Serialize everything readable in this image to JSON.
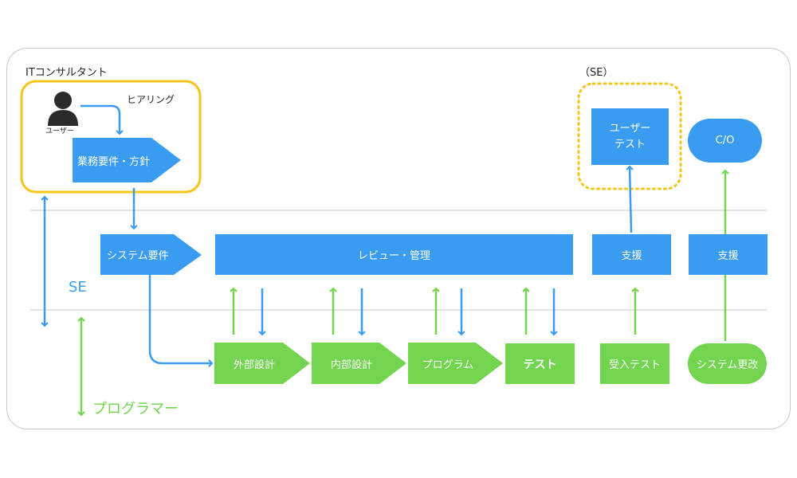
{
  "labels": {
    "it_consultant": "ITコンサルタント",
    "se_paren": "（SE）",
    "user": "ユーザー",
    "hearing": "ヒアリング",
    "se": "SE",
    "programmer": "プログラマー"
  },
  "blue_boxes": {
    "business_req": "業務要件・方針",
    "system_req": "システム要件",
    "review": "レビュー・管理",
    "support1": "支援",
    "support2": "支援",
    "user_test_line1": "ユーザー",
    "user_test_line2": "テスト",
    "co": "C/O"
  },
  "green_boxes": {
    "external_design": "外部設計",
    "internal_design": "内部設計",
    "program": "プログラム",
    "test": "テスト",
    "acceptance_test": "受入テスト",
    "system_change": "システム更改"
  },
  "colors": {
    "blue": "#3a9cf0",
    "green": "#72d44f",
    "yellow": "#f5c518",
    "divider": "#c8c8c8"
  }
}
